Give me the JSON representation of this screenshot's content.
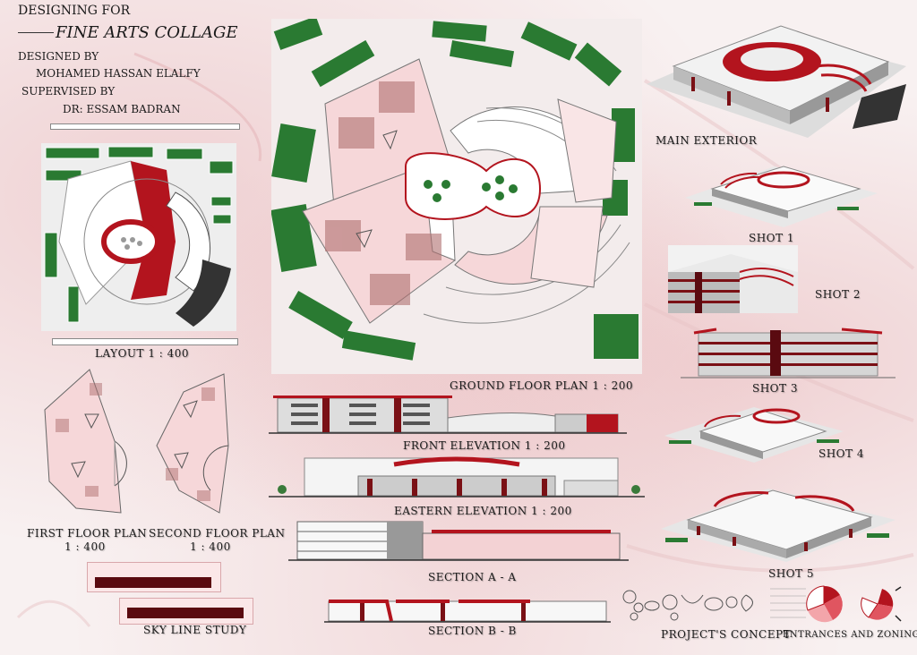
{
  "header": {
    "line1": "DESIGNING FOR",
    "line2": "FINE ARTS COLLAGE",
    "line3": "DESIGNED BY",
    "line4": "MOHAMED HASSAN ELALFY",
    "line5": "SUPERVISED BY",
    "line6": "DR: ESSAM BADRAN"
  },
  "labels": {
    "layout": "LAYOUT 1 : 400",
    "ground_floor": "GROUND FLOOR PLAN 1 : 200",
    "first_floor_1": "FIRST FLOOR PLAN",
    "first_floor_2": "1 : 400",
    "second_floor_1": "SECOND FLOOR PLAN",
    "second_floor_2": "1 : 400",
    "front_elevation": "FRONT ELEVATION 1 : 200",
    "eastern_elevation": "EASTERN ELEVATION 1 : 200",
    "section_aa": "SECTION A - A",
    "section_bb": "SECTION B - B",
    "sky_line": "SKY LINE STUDY",
    "main_exterior": "MAIN EXTERIOR",
    "shot1": "SHOT 1",
    "shot2": "SHOT 2",
    "shot3": "SHOT 3",
    "shot4": "SHOT 4",
    "shot5": "SHOT 5",
    "concept": "PROJECT'S CONCEPT",
    "entrances": "ENTRANCES AND ZONING"
  },
  "colors": {
    "accent_red": "#b3141e",
    "green": "#2a7a32",
    "pink": "#f3d2d4",
    "wall": "#9a9a9a"
  }
}
